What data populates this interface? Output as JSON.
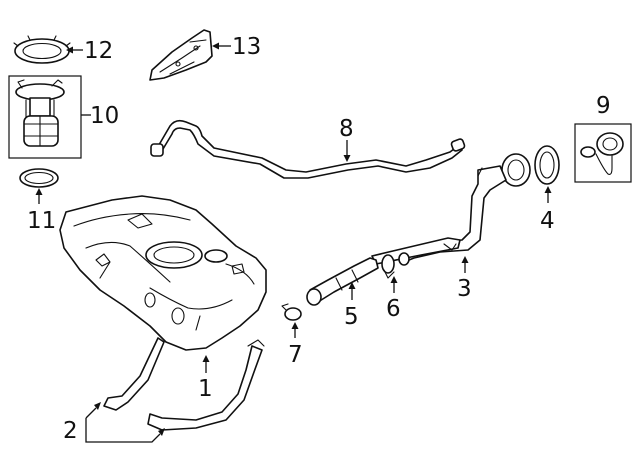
{
  "callouts": {
    "c1": "1",
    "c2": "2",
    "c3": "3",
    "c4": "4",
    "c5": "5",
    "c6": "6",
    "c7": "7",
    "c8": "8",
    "c9": "9",
    "c10": "10",
    "c11": "11",
    "c12": "12",
    "c13": "13"
  },
  "colors": {
    "line": "#111111",
    "background": "#ffffff"
  }
}
